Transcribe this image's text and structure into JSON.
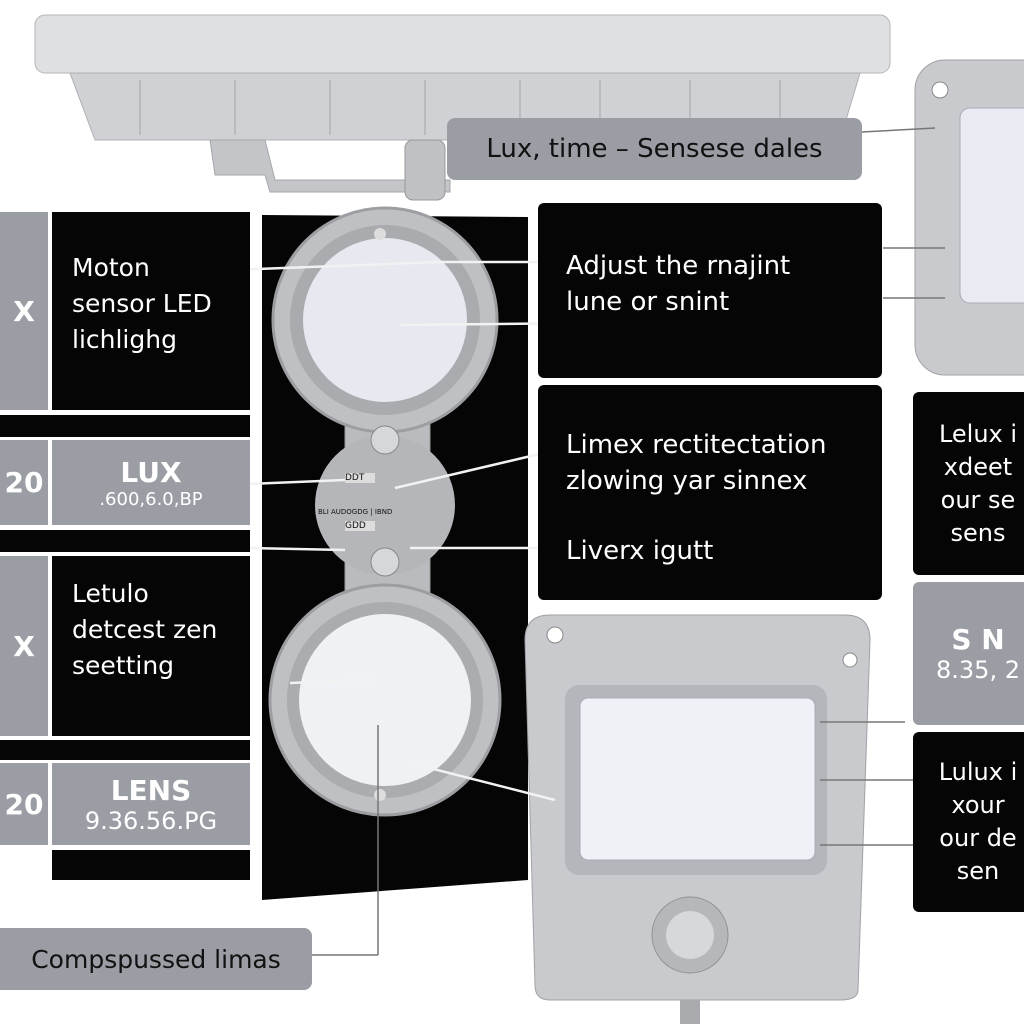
{
  "top_label": "Lux, time – Sensese dales",
  "left_panel": {
    "cell1": {
      "side": "X",
      "lines": [
        "Moton",
        "sensor LED",
        "lichlighg"
      ]
    },
    "cell2": {
      "side": "20",
      "title": "LUX",
      "code": ".600,6.0,BP"
    },
    "cell3": {
      "side": "X",
      "lines": [
        "Letulo",
        "detcest zen",
        "seetting"
      ]
    },
    "cell4": {
      "side": "20",
      "title": "LENS",
      "code": "9.36.56.PG"
    }
  },
  "center_device": {
    "marks": [
      "DDT",
      "BLI AUDOGDG | IBND",
      "GDD"
    ]
  },
  "callout_adjust": {
    "lines": [
      "Adjust the rnajint",
      "lune or snint"
    ]
  },
  "callout_limex": {
    "lines": [
      "Limex rectitectation",
      "zlowing yar sinnex"
    ],
    "extra": "Liverx igutt"
  },
  "right_panel": {
    "box1": [
      "Lelux i",
      "xdeet",
      "our se",
      "sens"
    ],
    "box2": {
      "title": "S N",
      "code": "8.35, 2"
    },
    "box3": [
      "Lulux i",
      "xour",
      "our de",
      "sen"
    ]
  },
  "bottom_label": "Compspussed limas",
  "colors": {
    "panel": "#050505",
    "gray": "#9a9da3",
    "device": "#c9cbce"
  }
}
